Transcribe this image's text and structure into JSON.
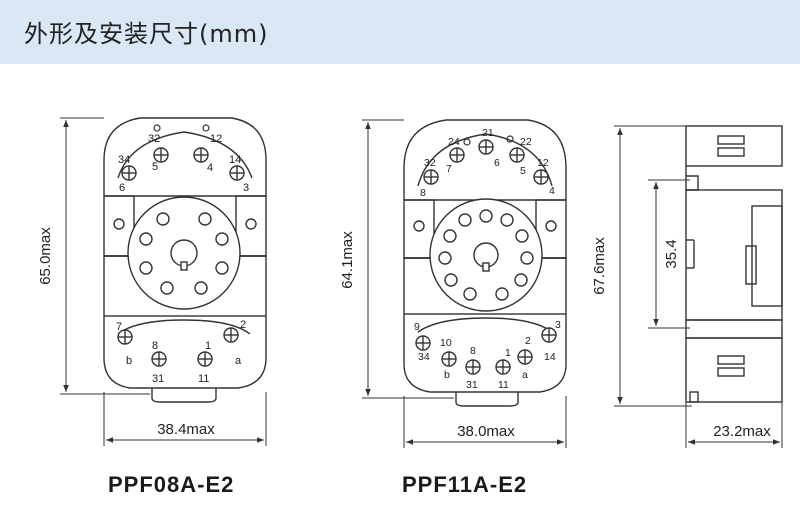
{
  "header": {
    "title": "外形及安装尺寸(mm)",
    "bg_color": "#d9e8f4"
  },
  "colors": {
    "line": "#333333",
    "fill": "#ffffff",
    "header": "#d9e8f4"
  },
  "models": [
    {
      "name": "PPF08A-E2",
      "height_dim": "65.0max",
      "width_dim": "38.4max",
      "top_terminals": [
        "32",
        "12",
        "34",
        "5",
        "4",
        "14",
        "6",
        "3"
      ],
      "bottom_terminals": [
        "7",
        "2",
        "8",
        "1",
        "b",
        "a",
        "31",
        "11"
      ]
    },
    {
      "name": "PPF11A-E2",
      "height_dim": "64.1max",
      "width_dim": "38.0max",
      "top_terminals": [
        "24",
        "21",
        "22",
        "32",
        "7",
        "6",
        "5",
        "12",
        "8",
        "4"
      ],
      "bottom_terminals": [
        "9",
        "3",
        "10",
        "2",
        "34",
        "1",
        "14",
        "b",
        "8",
        "a",
        "31",
        "11"
      ]
    }
  ],
  "side_view": {
    "height_dim": "67.6max",
    "rail_dim": "35.4",
    "width_dim": "23.2max"
  }
}
